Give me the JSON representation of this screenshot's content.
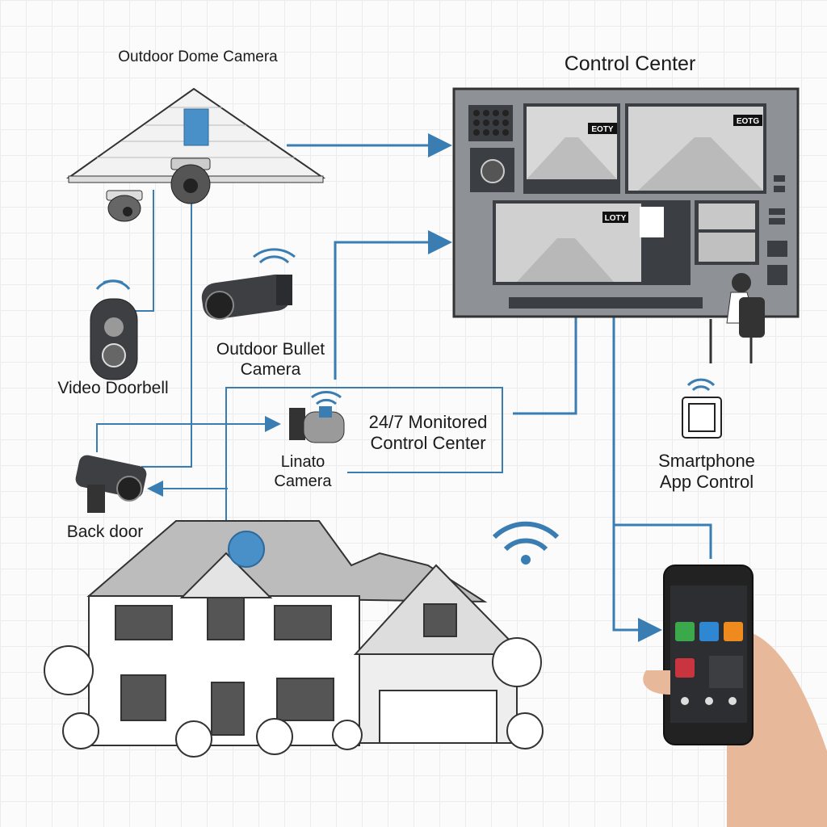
{
  "labels": {
    "dome_camera": "Outdoor Dome Camera",
    "control_center": "Control Center",
    "video_doorbell": "Video Doorbell",
    "bullet_camera_line1": "Outdoor Bullet",
    "bullet_camera_line2": "Camera",
    "monitored_line1": "24/7 Monitored",
    "monitored_line2": "Control Center",
    "linato_line1": "Linato",
    "linato_line2": "Camera",
    "back_door": "Back door",
    "smartphone_line1": "Smartphone",
    "smartphone_line2": "App Control"
  },
  "screens": {
    "feed1_tag": "EOTY",
    "feed2_tag": "EOTG",
    "feed3_tag": "LOTY"
  },
  "colors": {
    "connector": "#3a7db3",
    "monitor_frame": "#8e9196",
    "screen_dark": "#3b3e42"
  }
}
